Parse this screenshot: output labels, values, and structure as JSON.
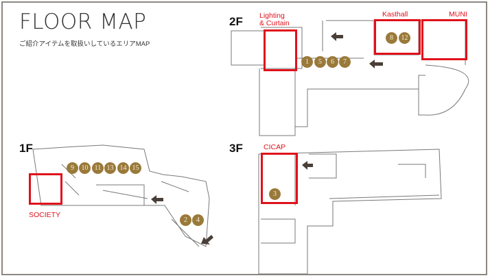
{
  "header": {
    "title": "FLOOR MAP",
    "subtitle": "ご紹介アイテムを取扱いしているエリアMAP"
  },
  "colors": {
    "highlight_red": "#e0101a",
    "marker_gold": "#9a7a3a",
    "frame_gray": "#8c8680",
    "arrow_dark": "#4a3f38"
  },
  "floors": {
    "f1": {
      "label": "1F",
      "areas": [
        {
          "name": "SOCIETY"
        }
      ],
      "markers": [
        "9",
        "10",
        "11",
        "13",
        "14",
        "15",
        "2",
        "4"
      ]
    },
    "f2": {
      "label": "2F",
      "areas": [
        {
          "name_line1": "Lighting",
          "name_line2": "& Curtain"
        },
        {
          "name": "Kasthall"
        },
        {
          "name": "MUNI"
        }
      ],
      "markers": [
        "1",
        "5",
        "6",
        "7",
        "8",
        "12"
      ]
    },
    "f3": {
      "label": "3F",
      "areas": [
        {
          "name": "CICAP"
        }
      ],
      "markers": [
        "3"
      ]
    }
  }
}
